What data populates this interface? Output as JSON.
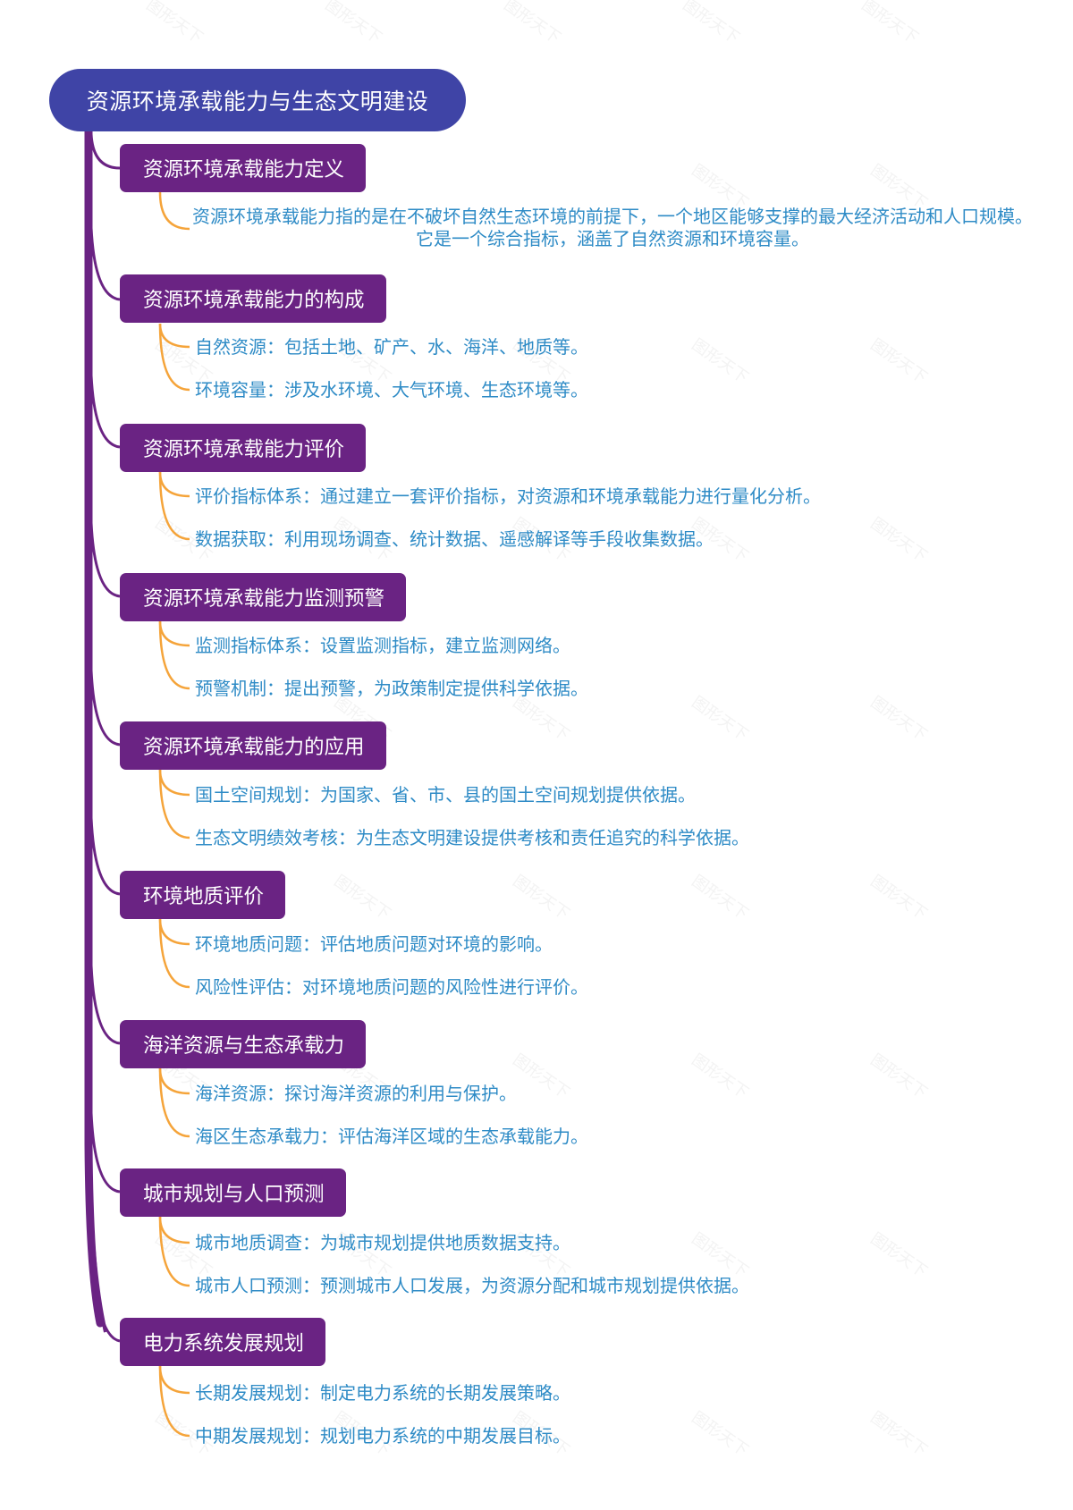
{
  "root": {
    "title": "资源环境承载能力与生态文明建设",
    "color": "#3f44a6"
  },
  "colors": {
    "branch_bg": "#6a2383",
    "branch_text": "#ffffff",
    "leaf_text": "#2e8bc6",
    "trunk_line": "#6a2383",
    "leaf_connector": "#f5a43a"
  },
  "branches": [
    {
      "label": "资源环境承载能力定义",
      "children": [
        "资源环境承载能力指的是在不破坏自然生态环境的前提下，一个地区能够支撑的最大经济活动和人口规模。它是一个综合指标，涵盖了自然资源和环境容量。"
      ]
    },
    {
      "label": "资源环境承载能力的构成",
      "children": [
        "自然资源：包括土地、矿产、水、海洋、地质等。",
        "环境容量：涉及水环境、大气环境、生态环境等。"
      ]
    },
    {
      "label": "资源环境承载能力评价",
      "children": [
        "评价指标体系：通过建立一套评价指标，对资源和环境承载能力进行量化分析。",
        "数据获取：利用现场调查、统计数据、遥感解译等手段收集数据。"
      ]
    },
    {
      "label": "资源环境承载能力监测预警",
      "children": [
        "监测指标体系：设置监测指标，建立监测网络。",
        "预警机制：提出预警，为政策制定提供科学依据。"
      ]
    },
    {
      "label": "资源环境承载能力的应用",
      "children": [
        "国土空间规划：为国家、省、市、县的国土空间规划提供依据。",
        "生态文明绩效考核：为生态文明建设提供考核和责任追究的科学依据。"
      ]
    },
    {
      "label": "环境地质评价",
      "children": [
        "环境地质问题：评估地质问题对环境的影响。",
        "风险性评估：对环境地质问题的风险性进行评价。"
      ]
    },
    {
      "label": "海洋资源与生态承载力",
      "children": [
        "海洋资源：探讨海洋资源的利用与保护。",
        "海区生态承载力：评估海洋区域的生态承载能力。"
      ]
    },
    {
      "label": "城市规划与人口预测",
      "children": [
        "城市地质调查：为城市规划提供地质数据支持。",
        "城市人口预测：预测城市人口发展，为资源分配和城市规划提供依据。"
      ]
    },
    {
      "label": "电力系统发展规划",
      "children": [
        "长期发展规划：制定电力系统的长期发展策略。",
        "中期发展规划：规划电力系统的中期发展目标。"
      ]
    }
  ],
  "watermark": "图形天下"
}
